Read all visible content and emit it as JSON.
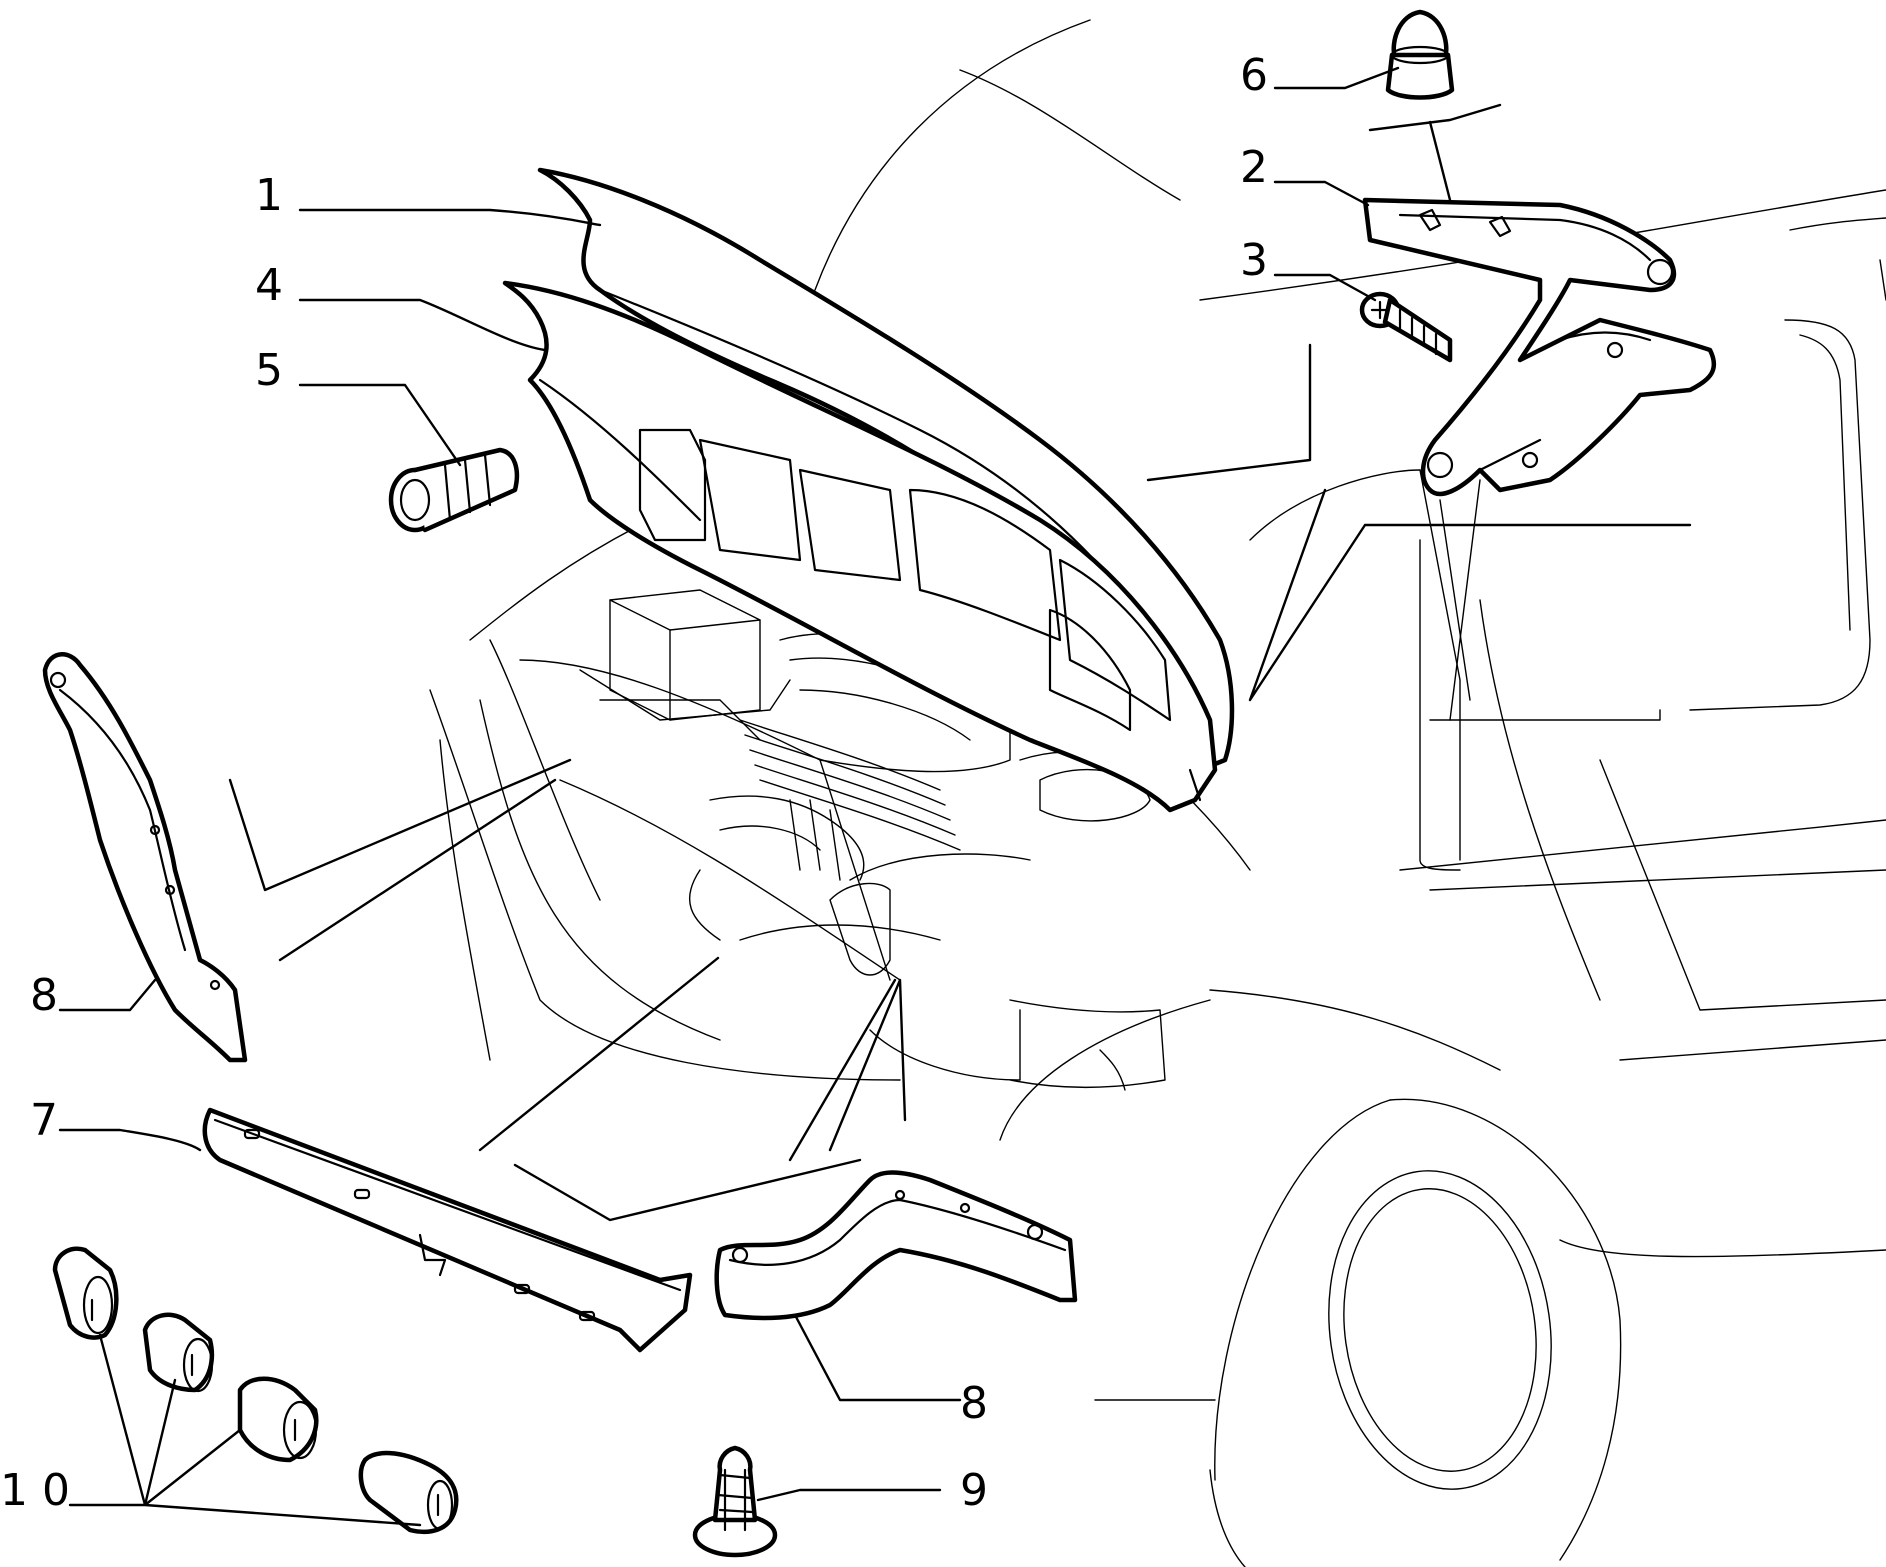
{
  "callouts": [
    {
      "id": "1",
      "label": "1"
    },
    {
      "id": "2",
      "label": "2"
    },
    {
      "id": "3",
      "label": "3"
    },
    {
      "id": "4",
      "label": "4"
    },
    {
      "id": "5",
      "label": "5"
    },
    {
      "id": "6",
      "label": "6"
    },
    {
      "id": "7",
      "label": "7"
    },
    {
      "id": "8a",
      "label": "8"
    },
    {
      "id": "8b",
      "label": "8"
    },
    {
      "id": "9",
      "label": "9"
    },
    {
      "id": "10",
      "label": "1 0"
    }
  ]
}
